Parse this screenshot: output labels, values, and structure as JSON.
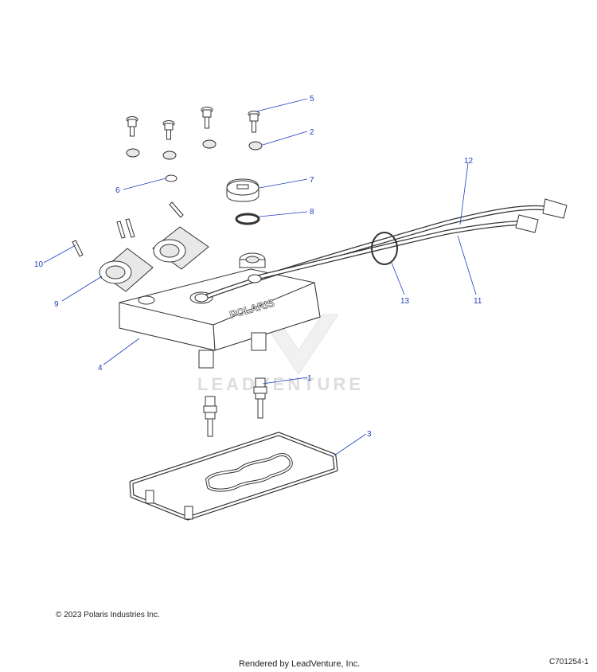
{
  "callouts": {
    "c1": "1",
    "c2": "2",
    "c3": "3",
    "c4": "4",
    "c5": "5",
    "c6": "6",
    "c7": "7",
    "c8": "8",
    "c9": "9",
    "c10": "10",
    "c11": "11",
    "c12": "12",
    "c13": "13"
  },
  "part_embossing": "POLARIS",
  "watermark": "LEADVENTURE",
  "footer": {
    "copyright": "© 2023 Polaris Industries Inc.",
    "rendered_by": "Rendered by LeadVenture, Inc.",
    "diagram_id": "C701254-1"
  },
  "colors": {
    "callout": "#1f3fbf",
    "line": "#333333",
    "watermark": "#cfcfcf"
  }
}
